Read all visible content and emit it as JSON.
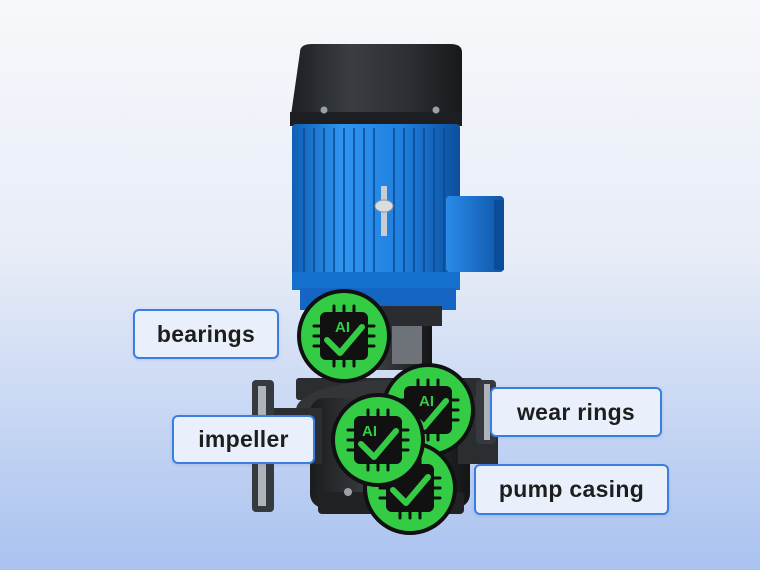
{
  "labels": {
    "bearings": "bearings",
    "impeller": "impeller",
    "wear_rings": "wear rings",
    "pump_casing": "pump casing"
  },
  "badge_text": "AI",
  "colors": {
    "motor_blue": "#1f86e4",
    "motor_cap": "#2a2d31",
    "badge_green": "#33cc44",
    "label_border": "#3a7fe0",
    "label_fill": "#e9f0fc"
  }
}
